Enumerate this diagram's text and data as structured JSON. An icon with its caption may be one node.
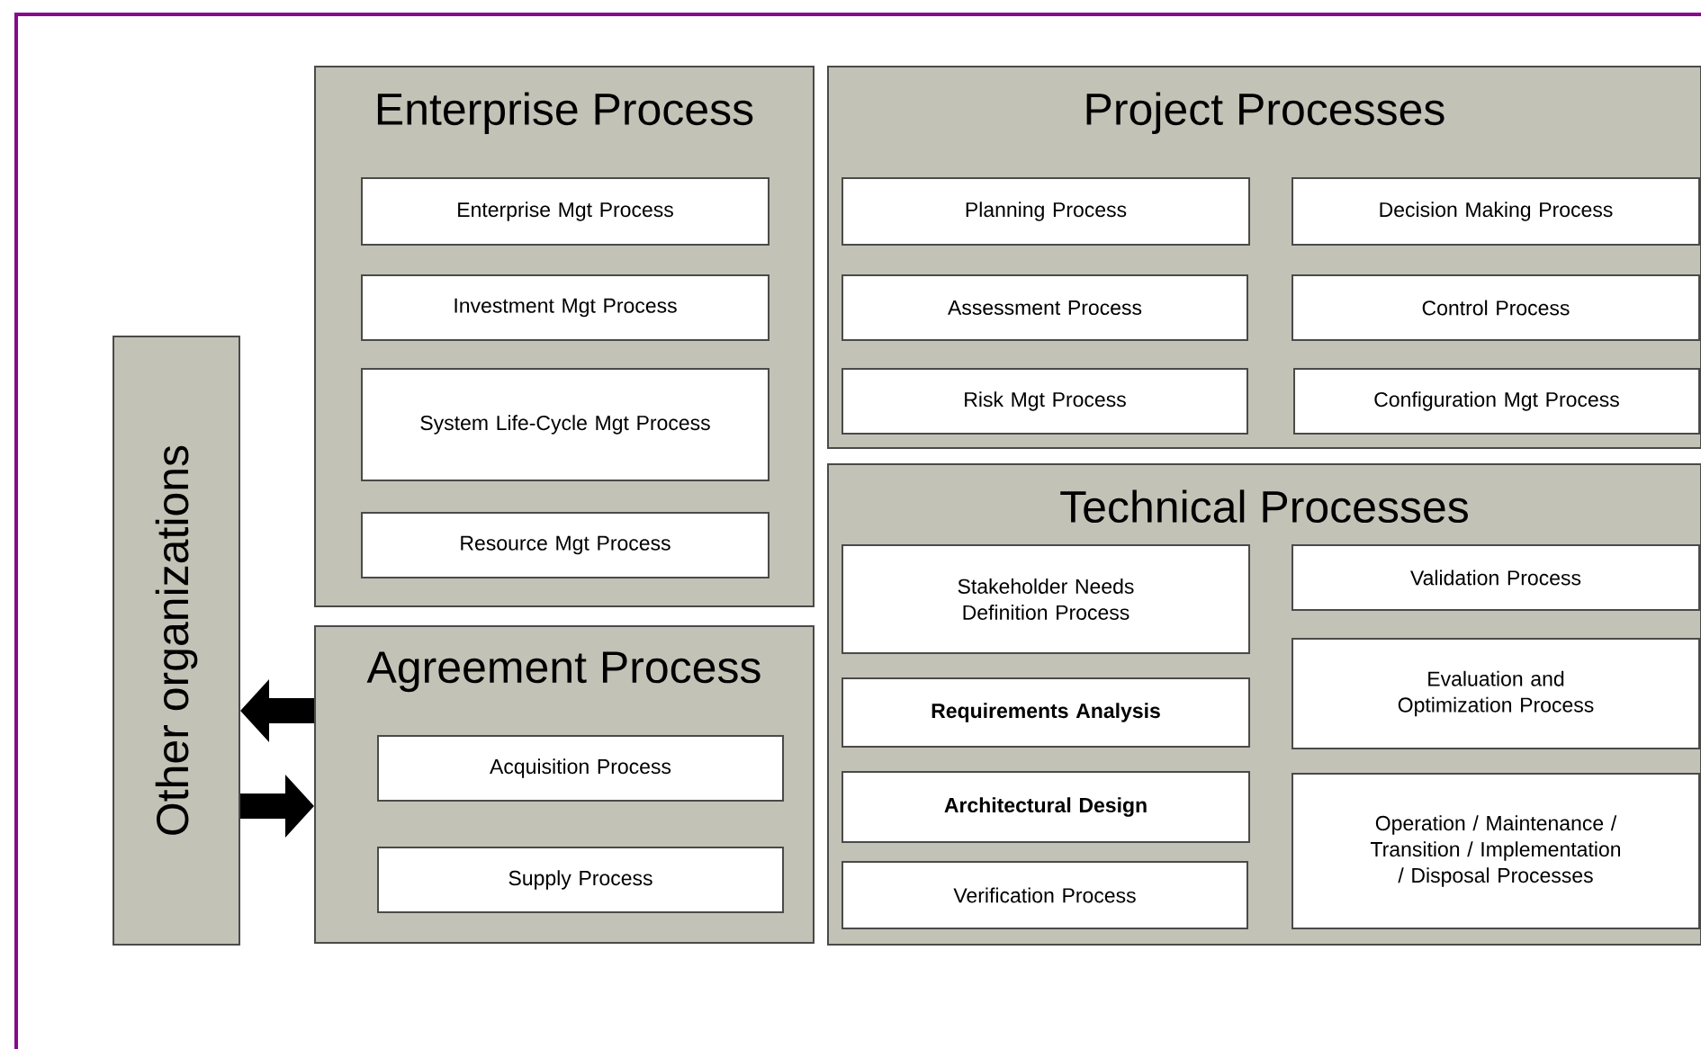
{
  "diagram": {
    "nodes": [
      {
        "text": [
          "Other organizations"
        ]
      },
      {
        "text": [
          "Enterprise Process"
        ]
      },
      {
        "text": [
          "Enterprise Mgt Process"
        ],
        "in": 1
      },
      {
        "text": [
          "Investment Mgt Process"
        ],
        "in": 1
      },
      {
        "text": [
          "System Life-Cycle Mgt Process"
        ],
        "in": 1
      },
      {
        "text": [
          "Resource Mgt Process"
        ],
        "in": 1
      },
      {
        "text": [
          "Agreement Process"
        ]
      },
      {
        "text": [
          "Acquisition Process"
        ],
        "in": 6
      },
      {
        "text": [
          "Supply Process"
        ],
        "in": 6
      },
      {
        "text": [
          "Project Processes"
        ]
      },
      {
        "text": [
          "Planning Process"
        ],
        "in": 9
      },
      {
        "text": [
          "Decision Making Process"
        ],
        "in": 9
      },
      {
        "text": [
          "Assessment Process"
        ],
        "in": 9
      },
      {
        "text": [
          "Control Process"
        ],
        "in": 9
      },
      {
        "text": [
          "Risk Mgt Process"
        ],
        "in": 9
      },
      {
        "text": [
          "Configuration Mgt Process"
        ],
        "in": 9
      },
      {
        "text": [
          "Technical Processes"
        ]
      },
      {
        "text": [
          "Stakeholder Needs Definition Process"
        ],
        "in": 16
      },
      {
        "text": [
          "Validation Process"
        ],
        "in": 16
      },
      {
        "text": [
          "Requirements Analysis"
        ],
        "in": 16
      },
      {
        "text": [
          "Evaluation and Optimization Process"
        ],
        "in": 16
      },
      {
        "text": [
          "Architectural Design"
        ],
        "in": 16
      },
      {
        "text": [
          "Operation / Maintenance / Transition / Implementation / Disposal Processes"
        ],
        "in": 16
      },
      {
        "text": [
          "Verification Process"
        ],
        "in": 16
      }
    ],
    "edges": [
      {
        "from": 6,
        "to": 0,
        "arrow": "to"
      },
      {
        "from": 0,
        "to": 6,
        "arrow": "to"
      }
    ]
  }
}
